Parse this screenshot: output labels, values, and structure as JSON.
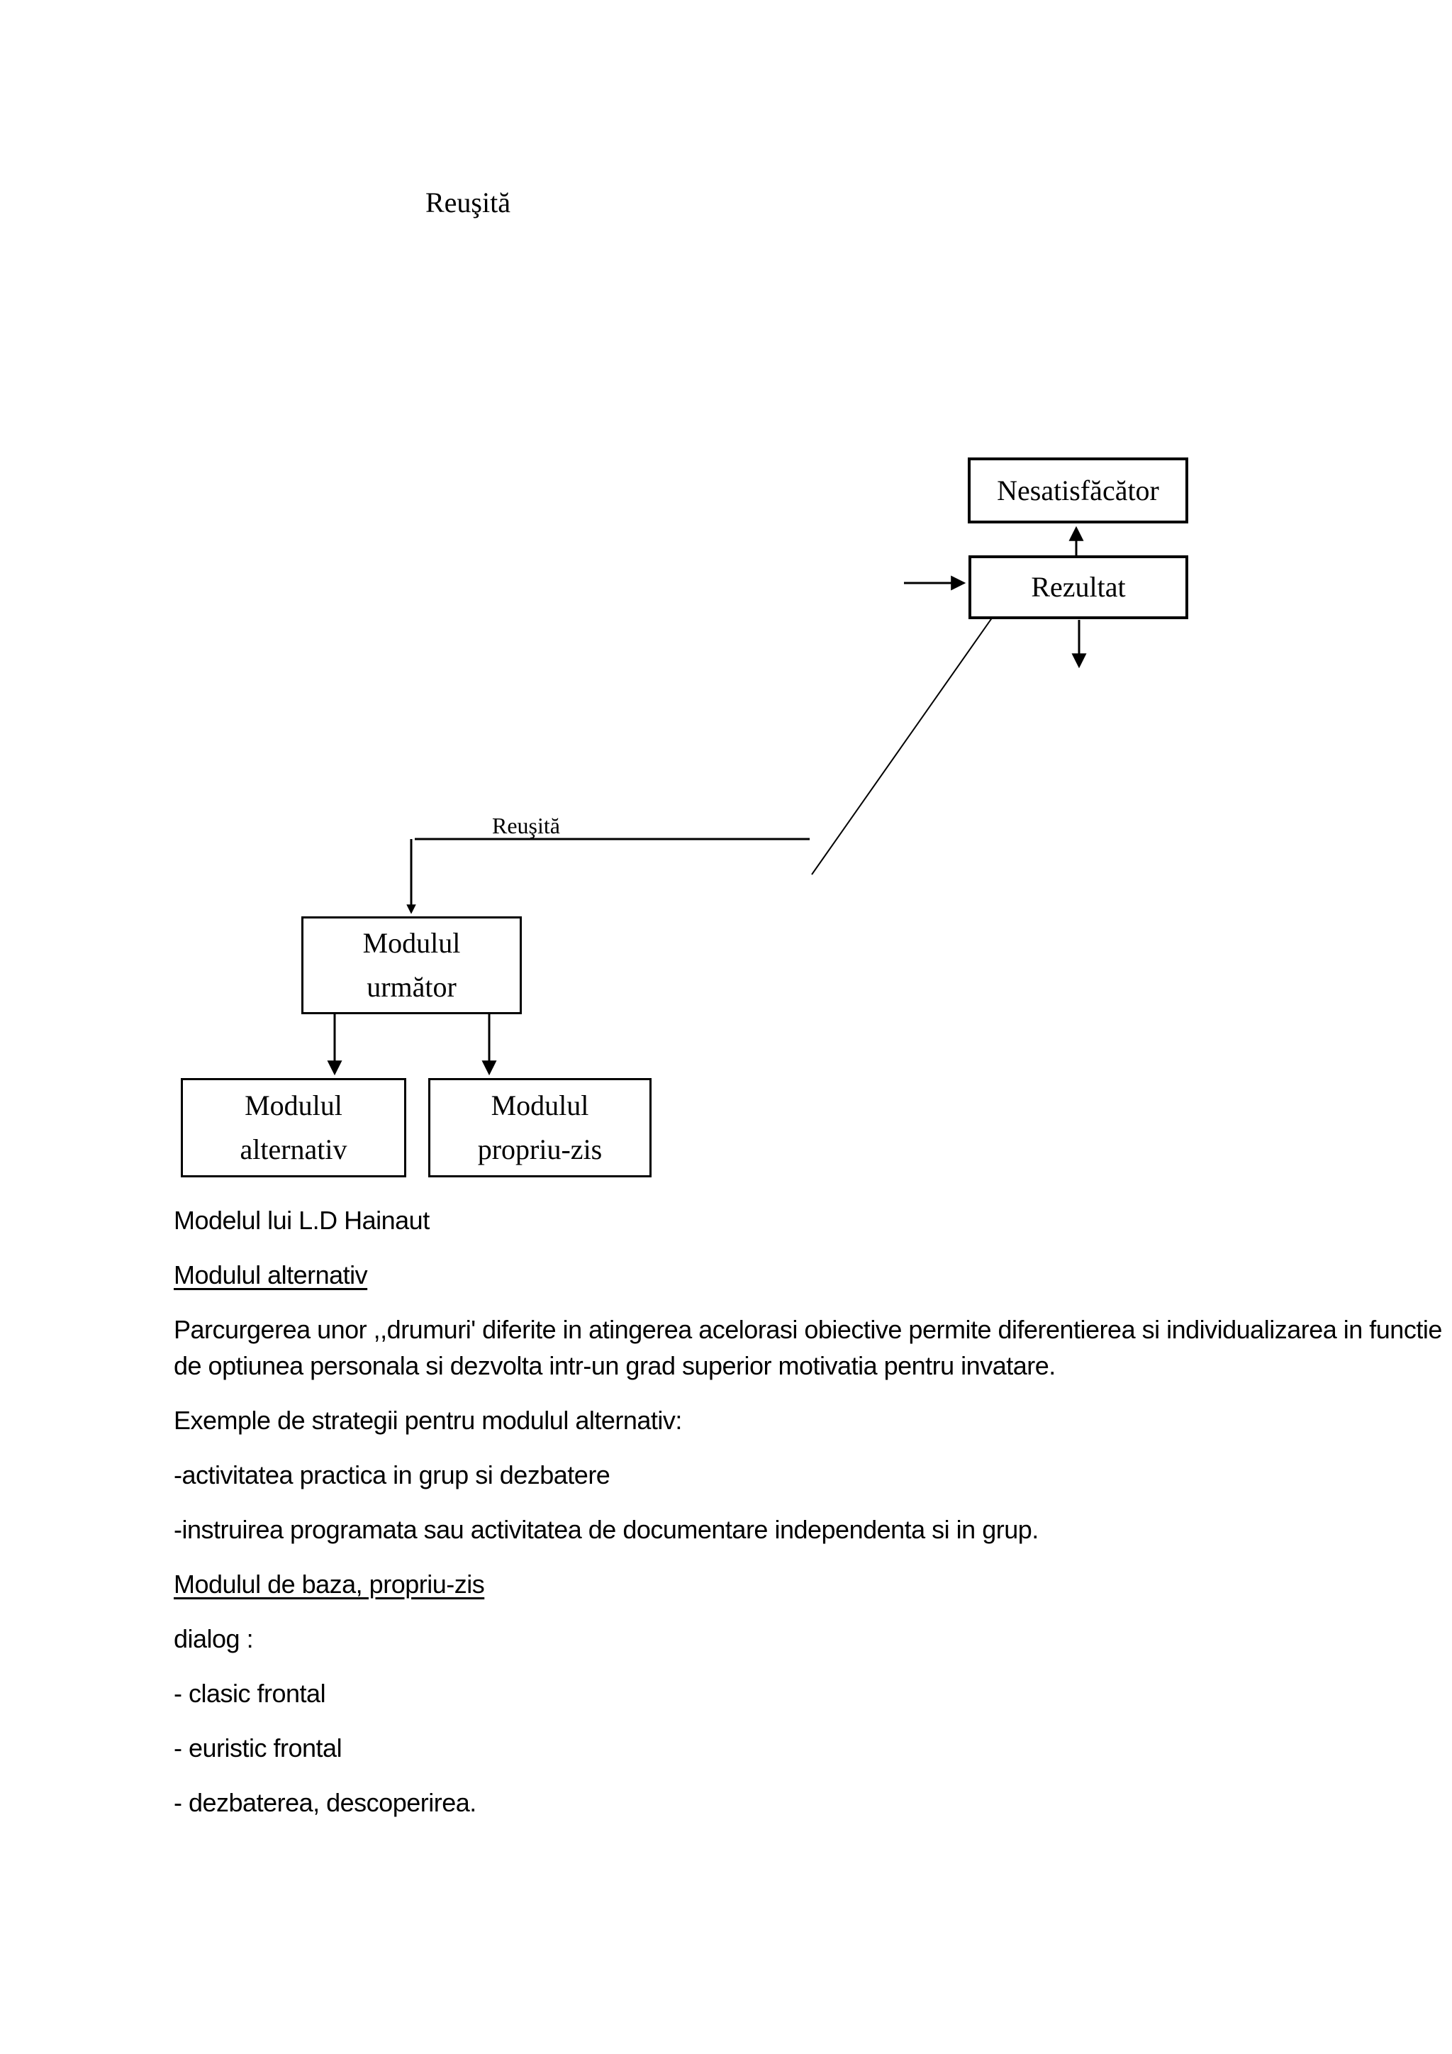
{
  "colors": {
    "ink": "#000000",
    "paper": "#ffffff"
  },
  "diagram": {
    "label_top": "Reuşită",
    "label_mid": "Reuşită",
    "box_nesatisfacator": "Nesatisfăcător",
    "box_rezultat": "Rezultat",
    "box_urmator_line1": "Modulul",
    "box_urmator_line2": "următor",
    "box_alternativ_line1": "Modulul",
    "box_alternativ_line2": "alternativ",
    "box_propriu_line1": "Modulul",
    "box_propriu_line2": "propriu-zis"
  },
  "body": {
    "paragraphs": [
      {
        "text": "Modelul lui L.D Hainaut",
        "style": "normal"
      },
      {
        "text": "Modulul alternativ",
        "style": "underline"
      },
      {
        "text": "Parcurgerea unor ,,drumuri' diferite in atingerea acelorasi obiective permite diferentierea si individualizarea in functie de optiunea personala si dezvolta intr-un grad superior motivatia pentru invatare.",
        "style": "normal"
      },
      {
        "text": "Exemple de strategii pentru modulul alternativ:",
        "style": "normal"
      },
      {
        "text": "-activitatea practica in grup si dezbatere",
        "style": "normal"
      },
      {
        "text": "-instruirea programata sau activitatea de documentare independenta si in grup.",
        "style": "normal"
      },
      {
        "text": "Modulul de baza, propriu-zis",
        "style": "underline"
      },
      {
        "text": "dialog :",
        "style": "normal"
      },
      {
        "text": "- clasic frontal",
        "style": "normal"
      },
      {
        "text": "- euristic frontal",
        "style": "normal"
      },
      {
        "text": "- dezbaterea, descoperirea.",
        "style": "normal"
      }
    ]
  }
}
